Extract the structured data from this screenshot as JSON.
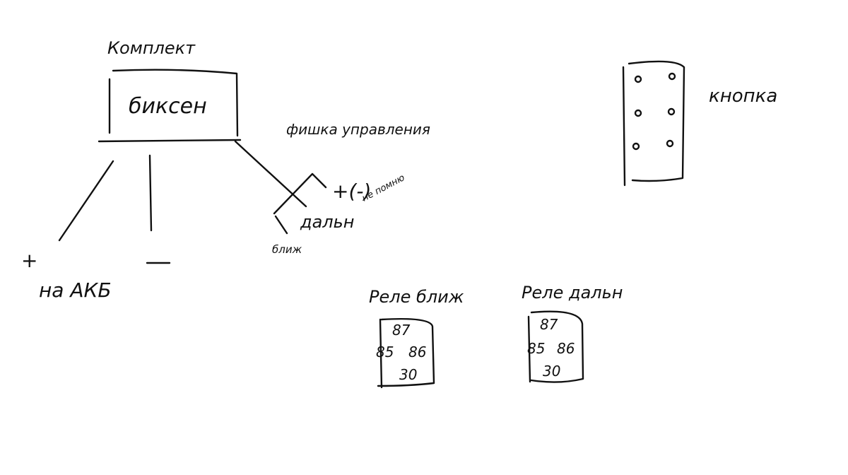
{
  "labels": {
    "kit": "Комплект",
    "bixenon": "биксен",
    "control_plug": "фишка управления",
    "plus_minus": "+(-)",
    "dont_remember": "не помню",
    "high_beam": "дальн",
    "low_beam": "ближ",
    "plus": "+",
    "minus": "—",
    "to_battery": "на АКБ",
    "button": "кнопка"
  },
  "relays": [
    {
      "title": "Реле ближ",
      "pin_top": "87",
      "pin_left": "85",
      "pin_right": "86",
      "pin_bottom": "30"
    },
    {
      "title": "Реле дальн",
      "pin_top": "87",
      "pin_left": "85",
      "pin_right": "86",
      "pin_bottom": "30"
    }
  ]
}
